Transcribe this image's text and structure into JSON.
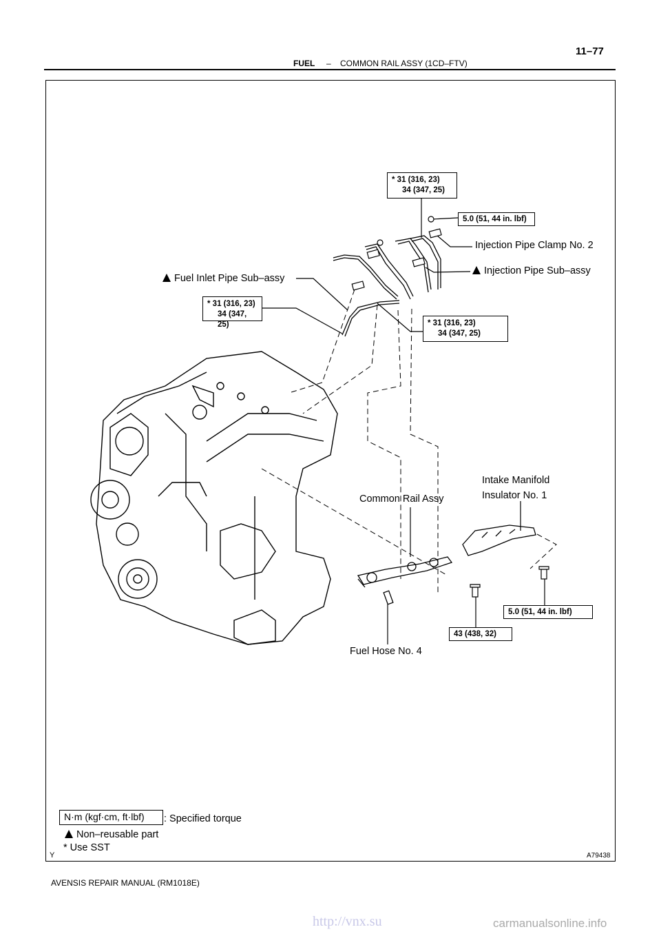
{
  "header": {
    "section": "FUEL",
    "dash": "–",
    "subtitle": "COMMON RAIL ASSY (1CD–FTV)",
    "page_number": "11–77"
  },
  "torque": {
    "t1": {
      "line1": "* 31 (316, 23)",
      "line2": "34 (347, 25)"
    },
    "t2": "5.0 (51, 44 in. lbf)",
    "t3": {
      "line1": "* 31 (316, 23)",
      "line2": "34 (347, 25)"
    },
    "t4": {
      "line1": "* 31 (316, 23)",
      "line2": "34 (347, 25)"
    },
    "t5": "5.0 (51, 44 in. lbf)",
    "t6": "43 (438, 32)"
  },
  "labels": {
    "injection_pipe_clamp": "Injection Pipe Clamp No. 2",
    "injection_pipe": "Injection Pipe Sub–assy",
    "fuel_inlet_pipe": "Fuel Inlet Pipe Sub–assy",
    "intake_manifold_line1": "Intake Manifold",
    "intake_manifold_line2": "Insulator No. 1",
    "common_rail": "Common Rail Assy",
    "fuel_hose": "Fuel Hose No. 4"
  },
  "legend": {
    "unit_box": "N·m (kgf·cm, ft·lbf)",
    "specified_torque": ": Specified torque",
    "non_reusable": "Non–reusable part",
    "use_sst": "* Use SST"
  },
  "frame": {
    "corner_left": "Y",
    "figure_code": "A79438"
  },
  "footer": {
    "manual": "AVENSIS REPAIR MANUAL   (RM1018E)",
    "watermark_url": "http://vnx.su",
    "watermark_site": "carmanualsonline.info"
  }
}
